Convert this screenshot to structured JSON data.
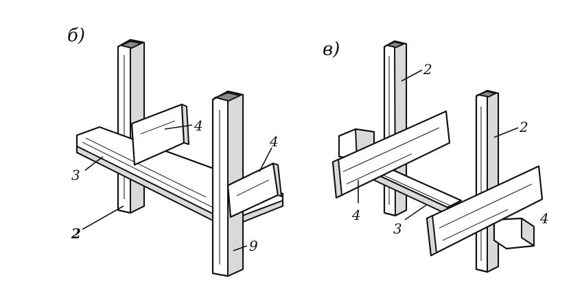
{
  "figures": [
    {
      "id": "b",
      "section_label": "б)",
      "labels": [
        "4",
        "4",
        "3",
        "2",
        "9"
      ]
    },
    {
      "id": "v",
      "section_label": "в)",
      "labels": [
        "2",
        "2",
        "4",
        "3",
        "4"
      ]
    }
  ]
}
